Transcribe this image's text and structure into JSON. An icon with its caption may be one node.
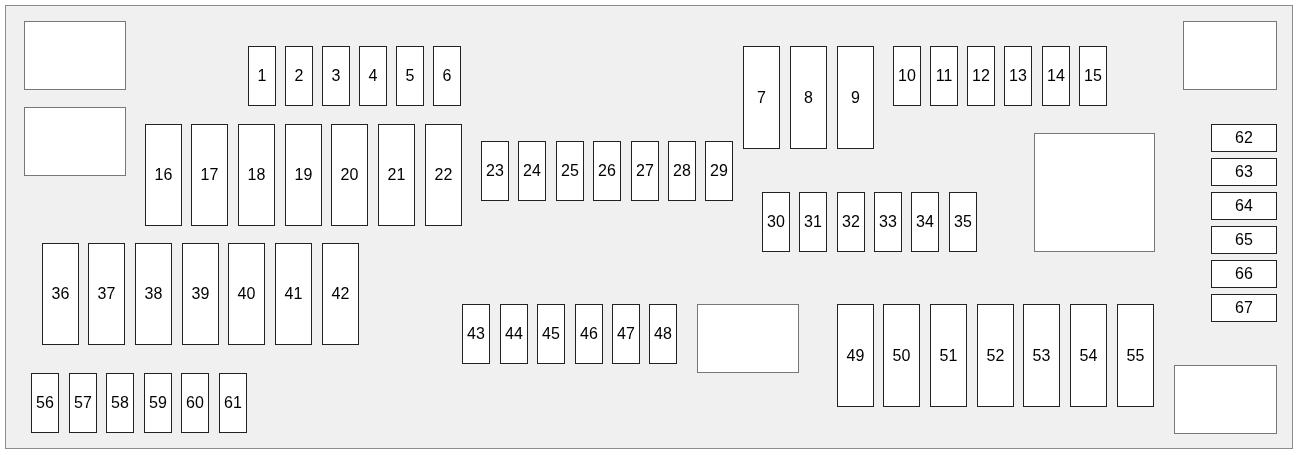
{
  "diagram": {
    "nodes": [
      {
        "text": [],
        "shape": "box"
      },
      {
        "text": [],
        "shape": "box"
      },
      {
        "text": [
          "1"
        ]
      },
      {
        "text": [
          "2"
        ]
      },
      {
        "text": [
          "3"
        ]
      },
      {
        "text": [
          "4"
        ]
      },
      {
        "text": [
          "5"
        ]
      },
      {
        "text": [
          "6"
        ]
      },
      {
        "text": [
          "7"
        ]
      },
      {
        "text": [
          "8"
        ]
      },
      {
        "text": [
          "9"
        ]
      },
      {
        "text": [
          "10"
        ]
      },
      {
        "text": [
          "11"
        ]
      },
      {
        "text": [
          "12"
        ]
      },
      {
        "text": [
          "13"
        ]
      },
      {
        "text": [
          "14"
        ]
      },
      {
        "text": [
          "15"
        ]
      },
      {
        "text": [
          "16"
        ]
      },
      {
        "text": [
          "17"
        ]
      },
      {
        "text": [
          "18"
        ]
      },
      {
        "text": [
          "19"
        ]
      },
      {
        "text": [
          "20"
        ]
      },
      {
        "text": [
          "21"
        ]
      },
      {
        "text": [
          "22"
        ]
      },
      {
        "text": [
          "23"
        ]
      },
      {
        "text": [
          "24"
        ]
      },
      {
        "text": [
          "25"
        ]
      },
      {
        "text": [
          "26"
        ]
      },
      {
        "text": [
          "27"
        ]
      },
      {
        "text": [
          "28"
        ]
      },
      {
        "text": [
          "29"
        ]
      },
      {
        "text": [
          "30"
        ]
      },
      {
        "text": [
          "31"
        ]
      },
      {
        "text": [
          "32"
        ]
      },
      {
        "text": [
          "33"
        ]
      },
      {
        "text": [
          "34"
        ]
      },
      {
        "text": [
          "35"
        ]
      },
      {
        "text": [
          "36"
        ]
      },
      {
        "text": [
          "37"
        ]
      },
      {
        "text": [
          "38"
        ]
      },
      {
        "text": [
          "39"
        ]
      },
      {
        "text": [
          "40"
        ]
      },
      {
        "text": [
          "41"
        ]
      },
      {
        "text": [
          "42"
        ]
      },
      {
        "text": [
          "43"
        ]
      },
      {
        "text": [
          "44"
        ]
      },
      {
        "text": [
          "45"
        ]
      },
      {
        "text": [
          "46"
        ]
      },
      {
        "text": [
          "47"
        ]
      },
      {
        "text": [
          "48"
        ]
      },
      {
        "text": [
          "49"
        ]
      },
      {
        "text": [
          "50"
        ]
      },
      {
        "text": [
          "51"
        ]
      },
      {
        "text": [
          "52"
        ]
      },
      {
        "text": [
          "53"
        ]
      },
      {
        "text": [
          "54"
        ]
      },
      {
        "text": [
          "55"
        ]
      },
      {
        "text": [
          "56"
        ]
      },
      {
        "text": [
          "57"
        ]
      },
      {
        "text": [
          "58"
        ]
      },
      {
        "text": [
          "59"
        ]
      },
      {
        "text": [
          "60"
        ]
      },
      {
        "text": [
          "61"
        ]
      },
      {
        "text": [
          "62"
        ]
      },
      {
        "text": [
          "63"
        ]
      },
      {
        "text": [
          "64"
        ]
      },
      {
        "text": [
          "65"
        ]
      },
      {
        "text": [
          "66"
        ]
      },
      {
        "text": [
          "67"
        ]
      },
      {
        "text": [],
        "shape": "box"
      },
      {
        "text": [],
        "shape": "box"
      },
      {
        "text": [],
        "shape": "box"
      },
      {
        "text": [],
        "shape": "box"
      }
    ]
  }
}
